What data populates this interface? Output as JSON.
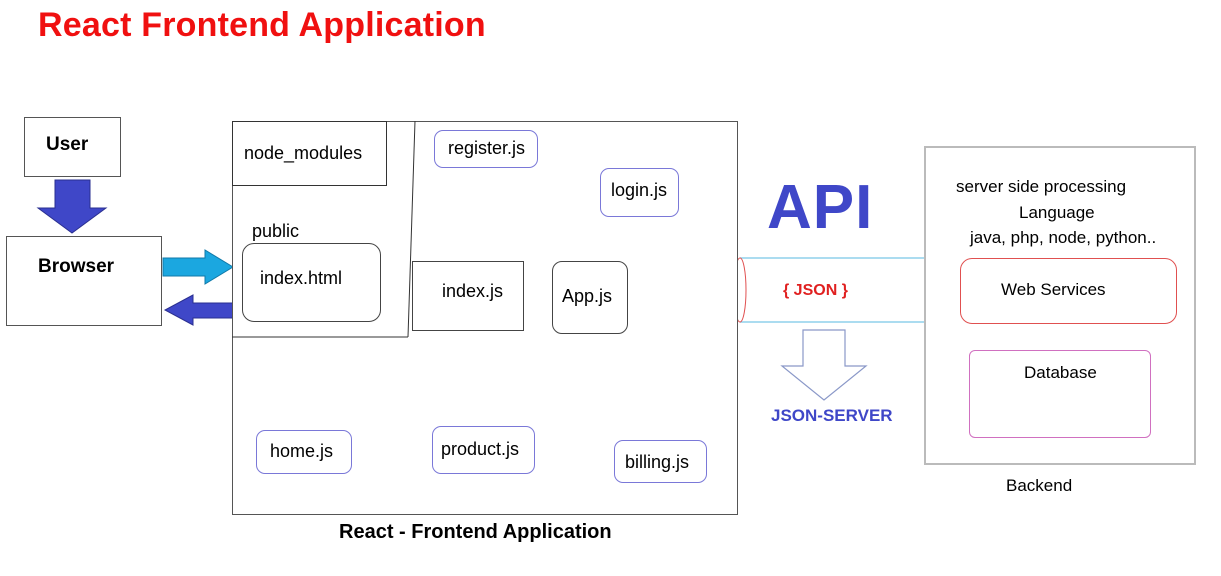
{
  "title": "React Frontend Application",
  "nodes": {
    "user": "User",
    "browser": "Browser",
    "node_modules": "node_modules",
    "public": "public",
    "index_html": "index.html",
    "index_js": "index.js",
    "app_js": "App.js",
    "register_js": "register.js",
    "login_js": "login.js",
    "home_js": "home.js",
    "product_js": "product.js",
    "billing_js": "billing.js",
    "api": "API",
    "json": "{ JSON }",
    "json_server": "JSON-SERVER",
    "server_side": "server side processing",
    "language": "Language",
    "languages": "java, php, node, python..",
    "web_services": "Web Services",
    "database": "Database",
    "backend": "Backend",
    "frontend_caption": "React - Frontend Application"
  },
  "colors": {
    "title": "#f01010",
    "api": "#3f47c8",
    "json": "#e02020",
    "json_server": "#3f47c8",
    "arrow_light_blue": "#1ba7e0",
    "arrow_dark_blue": "#3f47c8",
    "arrow_red": "#e82020",
    "link_red": "#e02020",
    "link_blue": "#9a98e0"
  }
}
